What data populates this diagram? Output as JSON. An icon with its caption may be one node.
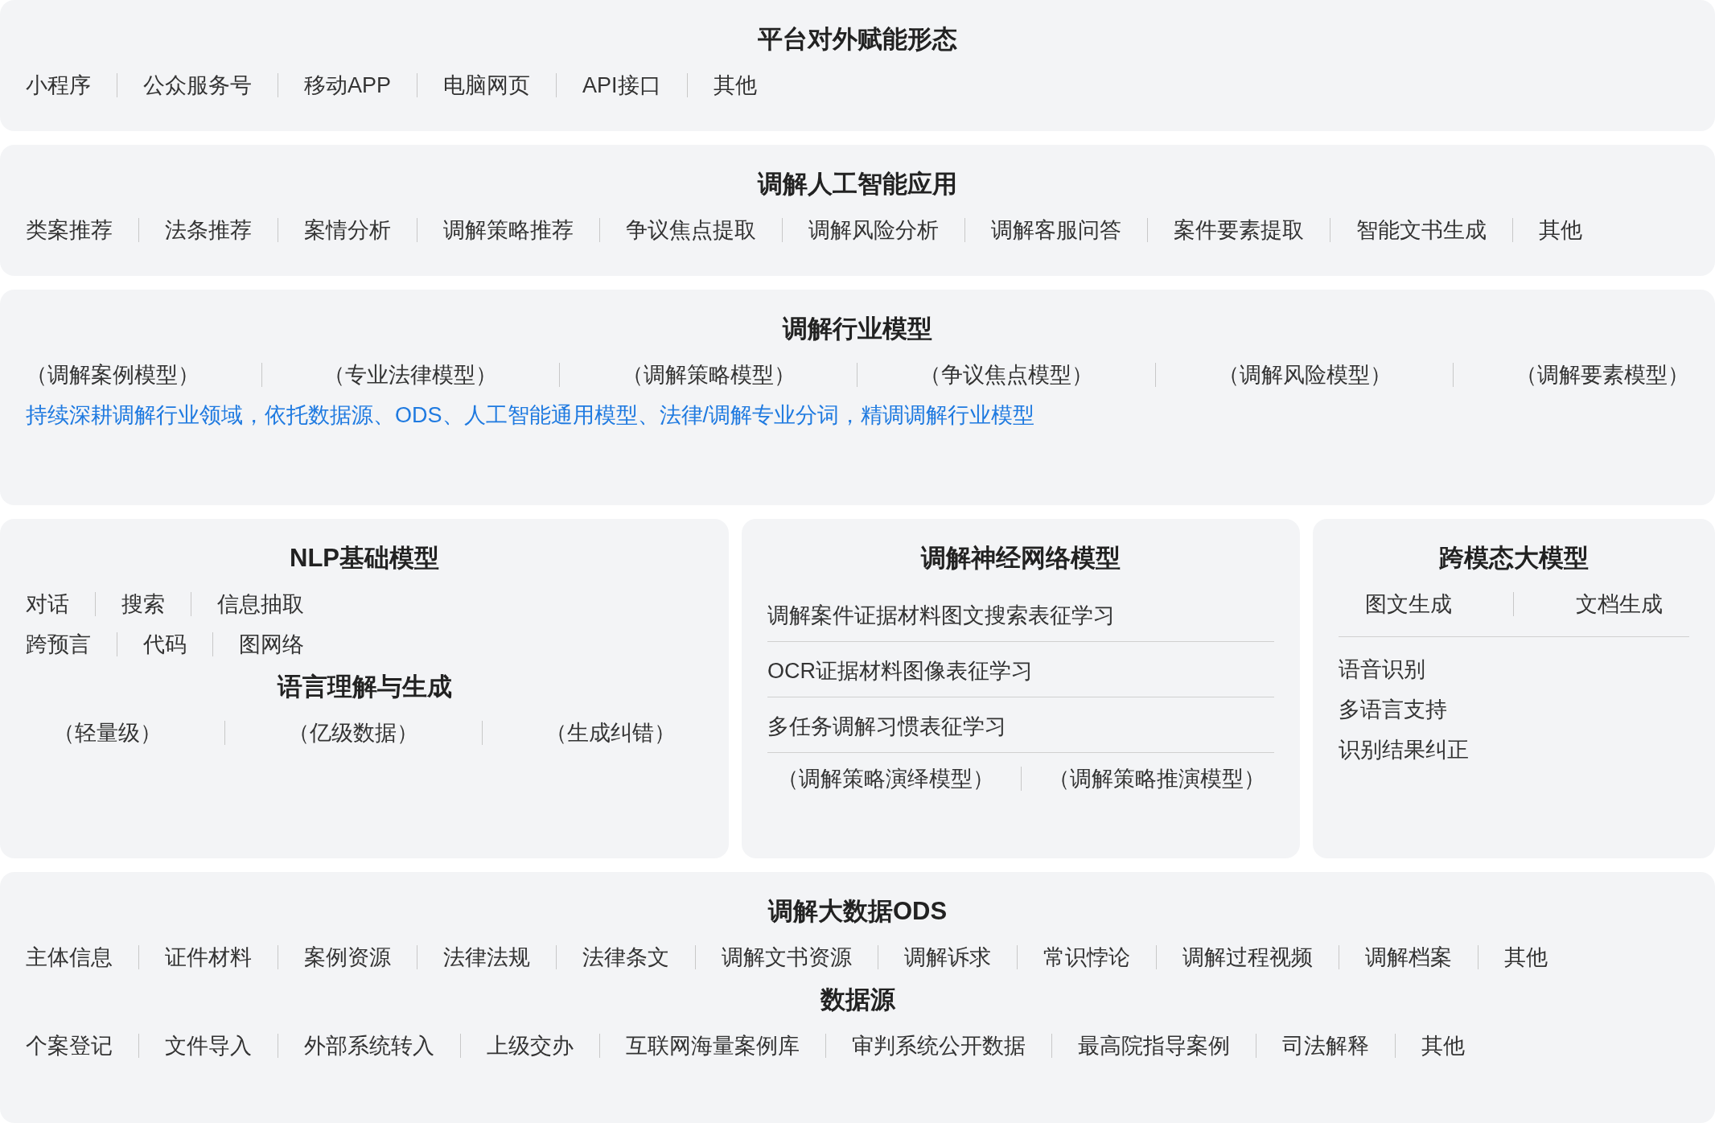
{
  "diagram": {
    "nodes": [
      {
        "text": [
          "平台对外赋能形态",
          "小程序",
          "公众服务号",
          "移动APP",
          "电脑网页",
          "API接口",
          "其他"
        ]
      },
      {
        "text": [
          "调解人工智能应用",
          "类案推荐",
          "法条推荐",
          "案情分析",
          "调解策略推荐",
          "争议焦点提取",
          "调解风险分析",
          "调解客服问答",
          "案件要素提取",
          "智能文书生成",
          "其他"
        ]
      },
      {
        "text": [
          "调解行业模型",
          "（调解案例模型）",
          "（专业法律模型）",
          "（调解策略模型）",
          "（争议焦点模型）",
          "（调解风险模型）",
          "（调解要素模型）",
          "持续深耕调解行业领域，依托数据源、ODS、人工智能通用模型、法律/调解专业分词，精调调解行业模型"
        ]
      },
      {
        "text": [
          "NLP基础模型",
          "对话",
          "搜索",
          "信息抽取",
          "跨预言",
          "代码",
          "图网络",
          "语言理解与生成",
          "（轻量级）",
          "（亿级数据）",
          "（生成纠错）"
        ]
      },
      {
        "text": [
          "调解神经网络模型",
          "调解案件证据材料图文搜索表征学习",
          "OCR证据材料图像表征学习",
          "多任务调解习惯表征学习",
          "（调解策略演绎模型）",
          "（调解策略推演模型）"
        ]
      },
      {
        "text": [
          "跨模态大模型",
          "图文生成",
          "文档生成",
          "语音识别",
          "多语言支持",
          "识别结果纠正"
        ]
      },
      {
        "text": [
          "调解大数据ODS",
          "主体信息",
          "证件材料",
          "案例资源",
          "法律法规",
          "法律条文",
          "调解文书资源",
          "调解诉求",
          "常识悖论",
          "调解过程视频",
          "调解档案",
          "其他",
          "数据源",
          "个案登记",
          "文件导入",
          "外部系统转入",
          "上级交办",
          "互联网海量案例库",
          "审判系统公开数据",
          "最高院指导案例",
          "司法解释",
          "其他"
        ]
      }
    ]
  }
}
